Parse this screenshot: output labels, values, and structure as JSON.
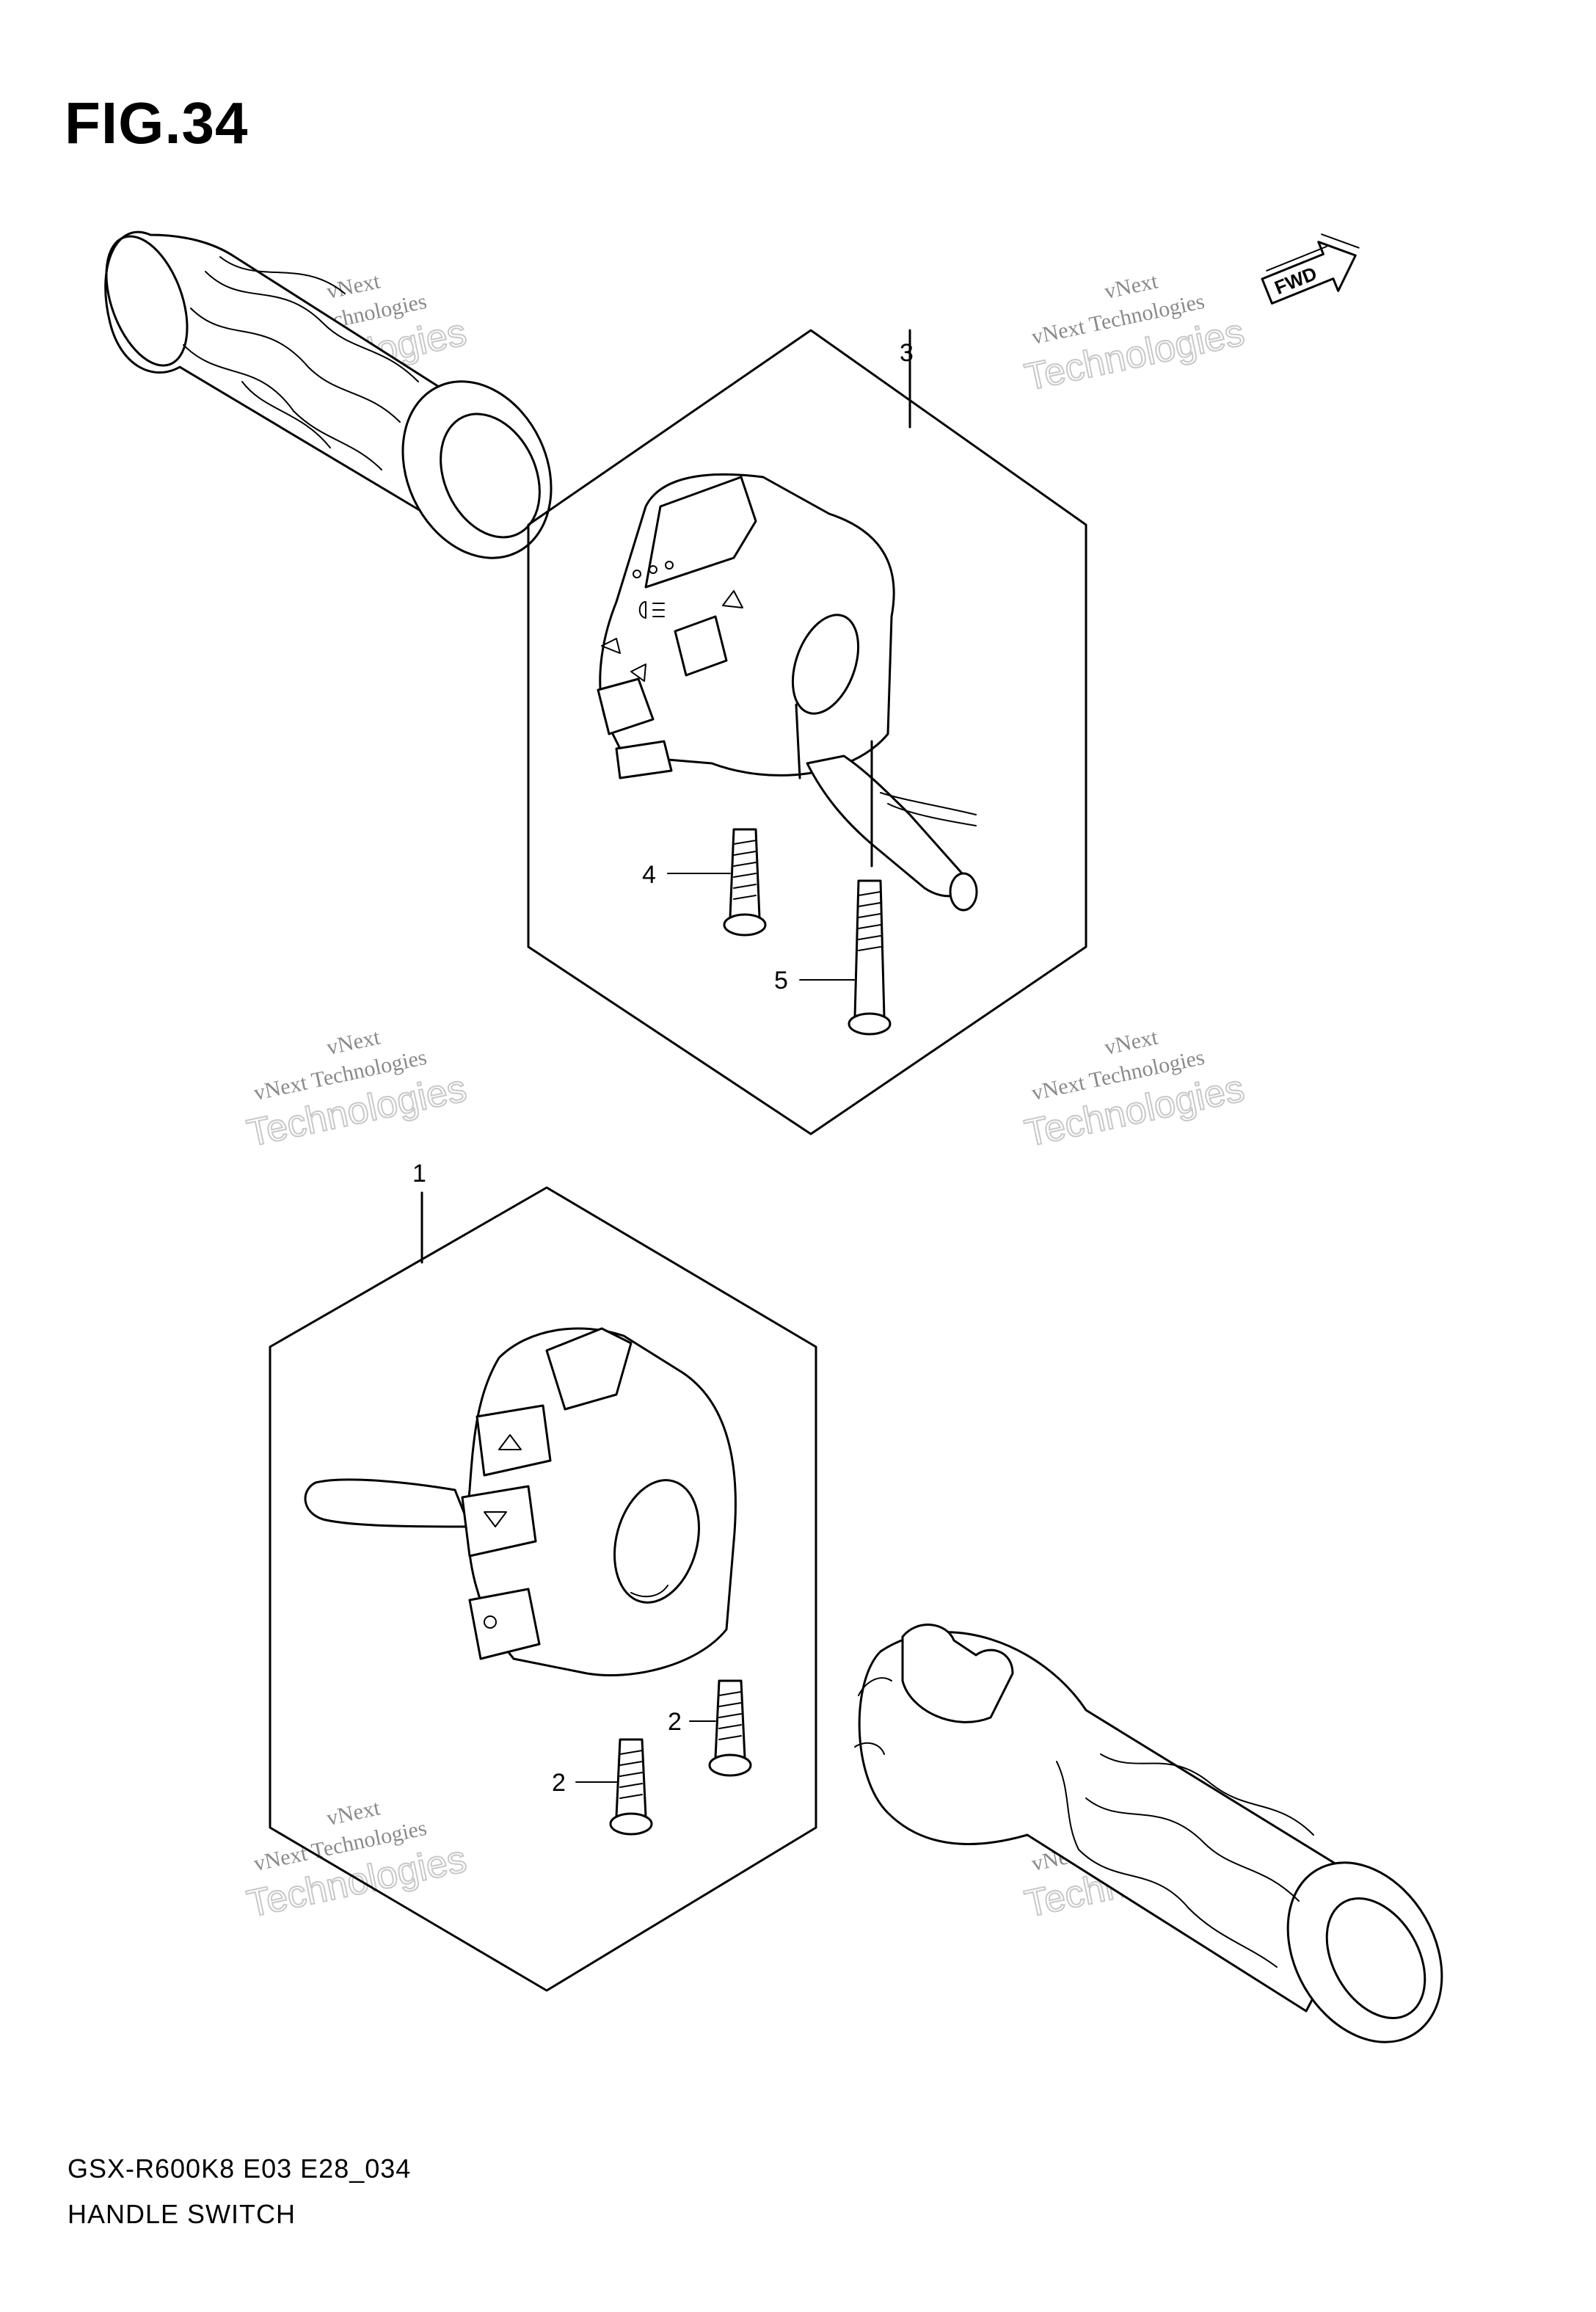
{
  "figure": {
    "title": "FIG.34"
  },
  "footer": {
    "code": "GSX-R600K8 E03 E28_034",
    "name": "HANDLE SWITCH"
  },
  "fwd_label": "FWD",
  "callouts": {
    "c1": "1",
    "c2a": "2",
    "c2b": "2",
    "c3": "3",
    "c4": "4",
    "c5": "5"
  },
  "watermark": {
    "line1": "vNext",
    "line2": "vNext Technologies",
    "line3": "Technologies"
  }
}
